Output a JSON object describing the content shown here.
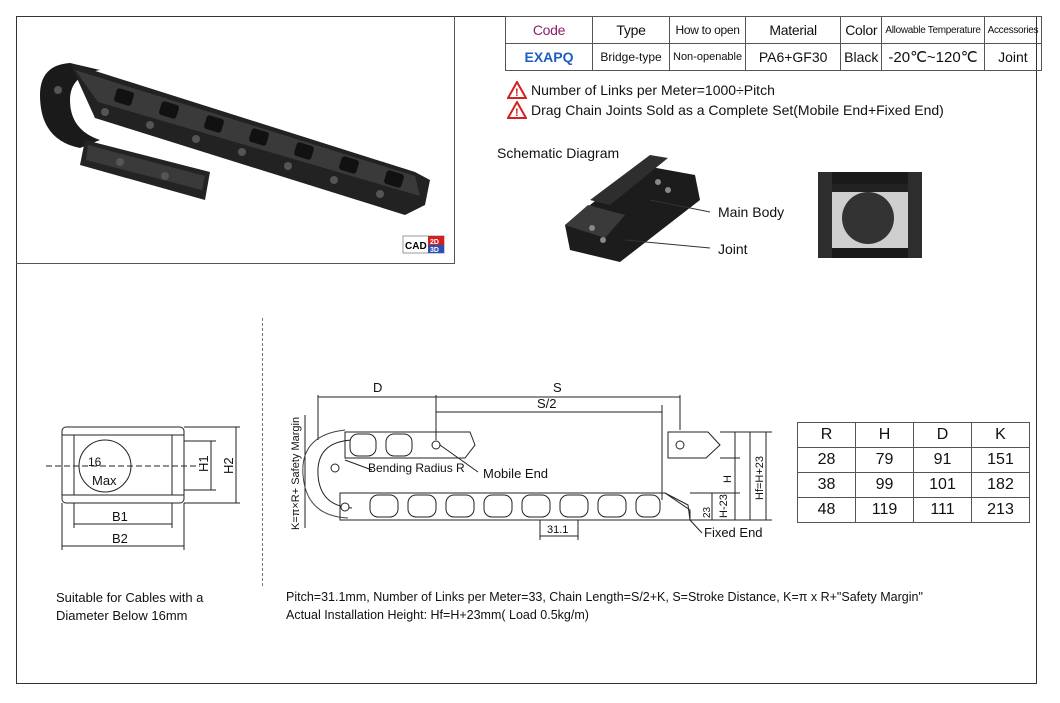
{
  "spec_table": {
    "headers": [
      "Code",
      "Type",
      "How to open",
      "Material",
      "Color",
      "Allowable Temperature",
      "Accessories"
    ],
    "values": [
      "EXAPQ",
      "Bridge-type",
      "Non-openable",
      "PA6+GF30",
      "Black",
      "-20℃~120℃",
      "Joint"
    ]
  },
  "notes": [
    "Number of Links per Meter=1000÷Pitch",
    "Drag Chain Joints Sold as a Complete Set(Mobile End+Fixed End)"
  ],
  "cad_badge": {
    "label": "CAD",
    "top": "2D",
    "bottom": "3D"
  },
  "schematic": {
    "title": "Schematic Diagram",
    "main_body": "Main Body",
    "joint": "Joint"
  },
  "cross_section": {
    "diameter": "16",
    "max": "Max",
    "b1": "B1",
    "b2": "B2",
    "h1": "H1",
    "h2": "H2"
  },
  "cable_note": [
    "Suitable for Cables with a",
    "Diameter Below 16mm"
  ],
  "layout_drawing": {
    "d": "D",
    "s": "S",
    "s2": "S/2",
    "k_formula": "K=π×R+ Safety Margin",
    "bending_radius": "Bending Radius R",
    "mobile_end": "Mobile End",
    "fixed_end": "Fixed End",
    "pitch": "31.1",
    "h": "H",
    "h_minus": "H-23",
    "hf": "Hf=H+23",
    "twentythree": "23"
  },
  "dims_table": {
    "headers": [
      "R",
      "H",
      "D",
      "K"
    ],
    "rows": [
      [
        "28",
        "79",
        "91",
        "151"
      ],
      [
        "38",
        "99",
        "101",
        "182"
      ],
      [
        "48",
        "119",
        "111",
        "213"
      ]
    ]
  },
  "footnotes": [
    "Pitch=31.1mm, Number of Links per Meter=33, Chain Length=S/2+K, S=Stroke Distance, K=π x R+\"Safety Margin\"",
    "Actual Installation Height: Hf=H+23mm( Load 0.5kg/m)"
  ],
  "colors": {
    "code_header": "#8b1f6b",
    "code_value": "#1e5fbf",
    "warning": "#d42020",
    "cad_red": "#d42020",
    "cad_blue": "#2a4fb5"
  }
}
